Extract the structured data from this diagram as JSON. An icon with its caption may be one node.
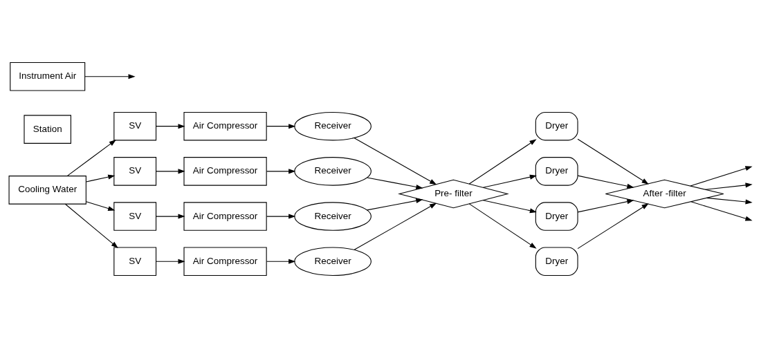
{
  "diagram": {
    "nodes": [
      {
        "text": [
          "SV"
        ]
      },
      {
        "text": [
          "Air Compressor"
        ]
      },
      {
        "text": [
          "Receiver"
        ]
      },
      {
        "text": [
          "SV"
        ]
      },
      {
        "text": [
          "Air Compressor"
        ]
      },
      {
        "text": [
          "Receiver"
        ]
      },
      {
        "text": [
          "SV"
        ]
      },
      {
        "text": [
          "Air Compressor"
        ]
      },
      {
        "text": [
          "Receiver"
        ]
      },
      {
        "text": [
          "SV"
        ]
      },
      {
        "text": [
          "Air Compressor"
        ]
      },
      {
        "text": [
          "Receiver"
        ]
      },
      {
        "text": [
          "Pre- filter"
        ]
      },
      {
        "text": [
          "Dryer"
        ]
      },
      {
        "text": [
          "Dryer"
        ]
      },
      {
        "text": [
          "Dryer"
        ]
      },
      {
        "text": [
          "Dryer"
        ]
      },
      {
        "text": [
          "After -filter"
        ]
      },
      {
        "text": [
          "Station"
        ]
      },
      {
        "text": [
          "Cooling Water"
        ]
      },
      {
        "text": [
          "Instrument Air"
        ]
      }
    ],
    "edges": [
      {
        "from": 19,
        "to": 0,
        "arrow": "to"
      },
      {
        "from": 19,
        "to": 3,
        "arrow": "to"
      },
      {
        "from": 19,
        "to": 6,
        "arrow": "to"
      },
      {
        "from": 19,
        "to": 9,
        "arrow": "to"
      },
      {
        "from": 0,
        "to": 1,
        "arrow": "to"
      },
      {
        "from": 1,
        "to": 2,
        "arrow": "to"
      },
      {
        "from": 3,
        "to": 4,
        "arrow": "to"
      },
      {
        "from": 4,
        "to": 5,
        "arrow": "to"
      },
      {
        "from": 6,
        "to": 7,
        "arrow": "to"
      },
      {
        "from": 7,
        "to": 8,
        "arrow": "to"
      },
      {
        "from": 9,
        "to": 10,
        "arrow": "to"
      },
      {
        "from": 10,
        "to": 11,
        "arrow": "to"
      },
      {
        "from": 20,
        "to": null,
        "arrow": "to"
      },
      {
        "from": 2,
        "to": 12,
        "arrow": "to"
      },
      {
        "from": 5,
        "to": 12,
        "arrow": "to"
      },
      {
        "from": 8,
        "to": 12,
        "arrow": "to"
      },
      {
        "from": 11,
        "to": 12,
        "arrow": "to"
      },
      {
        "from": 12,
        "to": 13,
        "arrow": "to"
      },
      {
        "from": 12,
        "to": 14,
        "arrow": "to"
      },
      {
        "from": 12,
        "to": 15,
        "arrow": "to"
      },
      {
        "from": 12,
        "to": 16,
        "arrow": "to"
      },
      {
        "from": 13,
        "to": 17,
        "arrow": "to"
      },
      {
        "from": 14,
        "to": 17,
        "arrow": "to"
      },
      {
        "from": 15,
        "to": 17,
        "arrow": "to"
      },
      {
        "from": 16,
        "to": 17,
        "arrow": "to"
      },
      {
        "from": 17,
        "to": null,
        "arrow": "to"
      },
      {
        "from": 17,
        "to": null,
        "arrow": "to"
      },
      {
        "from": 17,
        "to": null,
        "arrow": "to"
      },
      {
        "from": 17,
        "to": null,
        "arrow": "to"
      }
    ]
  }
}
